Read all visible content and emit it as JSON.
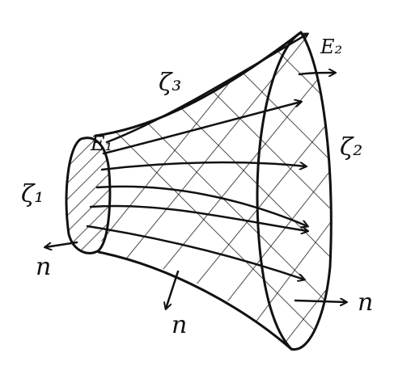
{
  "labels": {
    "sigma1": "ζ₁",
    "sigma2": "ζ₂",
    "sigma3": "ζ₃",
    "e1": "E₁",
    "e2": "E₂",
    "normal_left": "n",
    "normal_bottom": "n",
    "normal_right": "n"
  }
}
